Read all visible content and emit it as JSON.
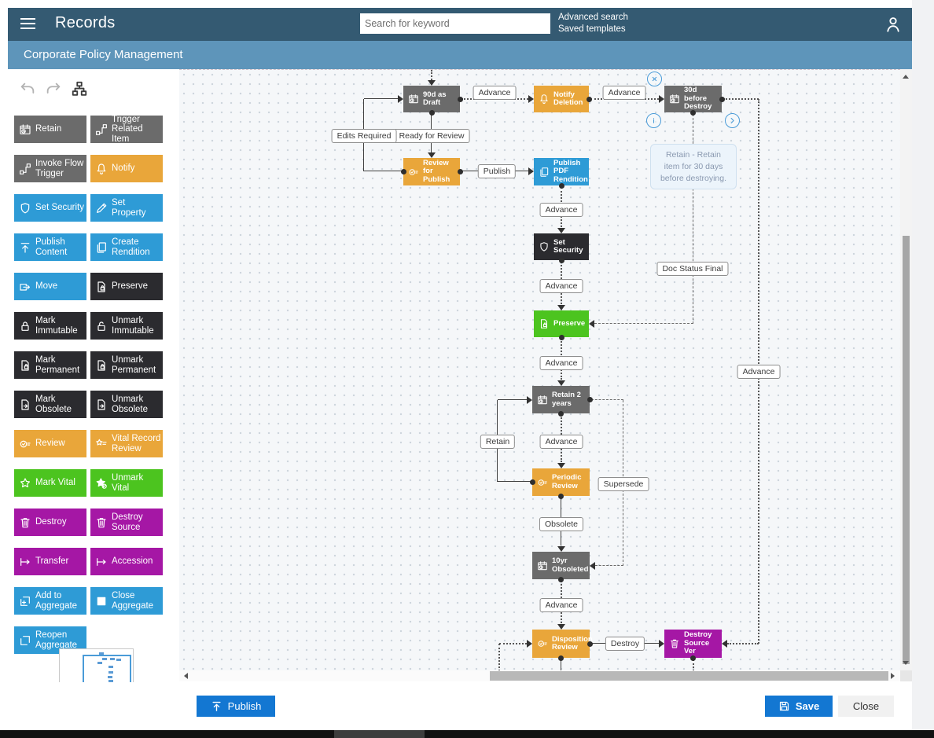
{
  "header": {
    "app_title": "Records",
    "search_placeholder": "Search for keyword",
    "link_advanced_search": "Advanced search",
    "link_saved_templates": "Saved templates"
  },
  "subheader": {
    "title": "Corporate Policy Management"
  },
  "sidebar_tools": [
    {
      "icon": "undo-icon"
    },
    {
      "icon": "redo-icon"
    },
    {
      "icon": "hierarchy-icon"
    }
  ],
  "palette": {
    "items": [
      {
        "label": "Retain",
        "color": "gray",
        "icon": "retain-icon"
      },
      {
        "label": "Trigger Related Item",
        "color": "gray",
        "icon": "flow-icon"
      },
      {
        "label": "Invoke Flow Trigger",
        "color": "gray",
        "icon": "flow-icon"
      },
      {
        "label": "Notify",
        "color": "orange",
        "icon": "bell-icon"
      },
      {
        "label": "Set Security",
        "color": "blue",
        "icon": "shield-icon"
      },
      {
        "label": "Set Property",
        "color": "blue",
        "icon": "pencil-icon"
      },
      {
        "label": "Publish Content",
        "color": "blue",
        "icon": "upload-icon"
      },
      {
        "label": "Create Rendition",
        "color": "blue",
        "icon": "copy-icon"
      },
      {
        "label": "Move",
        "color": "blue",
        "icon": "move-icon"
      },
      {
        "label": "Preserve",
        "color": "dark",
        "icon": "page-lock-icon"
      },
      {
        "label": "Mark Immutable",
        "color": "dark",
        "icon": "lock-icon"
      },
      {
        "label": "Unmark Immutable",
        "color": "dark",
        "icon": "unlock-icon"
      },
      {
        "label": "Mark Permanent",
        "color": "dark",
        "icon": "page-lock-icon"
      },
      {
        "label": "Unmark Permanent",
        "color": "dark",
        "icon": "page-lock-icon"
      },
      {
        "label": "Mark Obsolete",
        "color": "dark",
        "icon": "page-arrow-icon"
      },
      {
        "label": "Unmark Obsolete",
        "color": "dark",
        "icon": "page-arrow-icon"
      },
      {
        "label": "Review",
        "color": "orange",
        "icon": "review-icon"
      },
      {
        "label": "Vital Record Review",
        "color": "orange",
        "icon": "star-list-icon"
      },
      {
        "label": "Mark Vital",
        "color": "green",
        "icon": "star-icon"
      },
      {
        "label": "Unmark Vital",
        "color": "green",
        "icon": "star-off-icon"
      },
      {
        "label": "Destroy",
        "color": "magenta",
        "icon": "trash-icon"
      },
      {
        "label": "Destroy Source",
        "color": "magenta",
        "icon": "trash-icon"
      },
      {
        "label": "Transfer",
        "color": "magenta",
        "icon": "transfer-icon"
      },
      {
        "label": "Accession",
        "color": "magenta",
        "icon": "transfer-icon"
      },
      {
        "label": "Add to Aggregate",
        "color": "blue",
        "icon": "box-plus-icon"
      },
      {
        "label": "Close Aggregate",
        "color": "blue",
        "icon": "box-icon"
      },
      {
        "label": "Reopen Aggregate",
        "color": "blue",
        "icon": "box-open-icon"
      }
    ]
  },
  "canvas": {
    "nodes": [
      {
        "label": "90d as Draft",
        "color": "gray",
        "icon": "retain-icon"
      },
      {
        "label": "Notify Deletion",
        "color": "orange",
        "icon": "bell-icon"
      },
      {
        "label": "30d before Destroy",
        "color": "gray",
        "icon": "retain-icon"
      },
      {
        "label": "Review for Publish",
        "color": "orange",
        "icon": "review-icon"
      },
      {
        "label": "Publish PDF Rendition",
        "color": "blue",
        "icon": "copy-icon"
      },
      {
        "label": "Set Security",
        "color": "dark",
        "icon": "shield-icon"
      },
      {
        "label": "Preserve",
        "color": "green",
        "icon": "page-lock-icon"
      },
      {
        "label": "Retain 2 years",
        "color": "gray",
        "icon": "retain-icon"
      },
      {
        "label": "Periodic Review",
        "color": "orange",
        "icon": "review-icon"
      },
      {
        "label": "10yr Obsoleted",
        "color": "gray",
        "icon": "retain-icon"
      },
      {
        "label": "Disposition Review",
        "color": "orange",
        "icon": "review-icon"
      },
      {
        "label": "Destroy Source Ver",
        "color": "magenta",
        "icon": "trash-icon"
      }
    ],
    "edge_labels": [
      {
        "text": "Advance"
      },
      {
        "text": "Advance"
      },
      {
        "text": "Ready for Review"
      },
      {
        "text": "Edits Required"
      },
      {
        "text": "Publish"
      },
      {
        "text": "Advance"
      },
      {
        "text": "Advance"
      },
      {
        "text": "Advance"
      },
      {
        "text": "Advance"
      },
      {
        "text": "Retain"
      },
      {
        "text": "Obsolete"
      },
      {
        "text": "Advance"
      },
      {
        "text": "Destroy"
      },
      {
        "text": "Supersede"
      },
      {
        "text": "Doc Status Final"
      },
      {
        "text": "Advance"
      }
    ],
    "tooltip": {
      "text": "Retain - Retain item for 30 days before destroying."
    },
    "selection_icons": [
      {
        "icon": "close-circle-icon"
      },
      {
        "icon": "info-circle-icon"
      },
      {
        "icon": "chevron-right-circle-icon"
      }
    ]
  },
  "footer": {
    "publish_label": "Publish",
    "save_label": "Save",
    "close_label": "Close"
  },
  "colors": {
    "gray": "#6B6B6B",
    "dark": "#2B2B2F",
    "blue": "#2E9BD6",
    "orange": "#E9A63A",
    "green": "#4CC41F",
    "magenta": "#A517A5",
    "action_blue": "#1377D2",
    "header": "#345A72",
    "subheader": "#5E95BA",
    "selection": "#4A9BD8"
  }
}
